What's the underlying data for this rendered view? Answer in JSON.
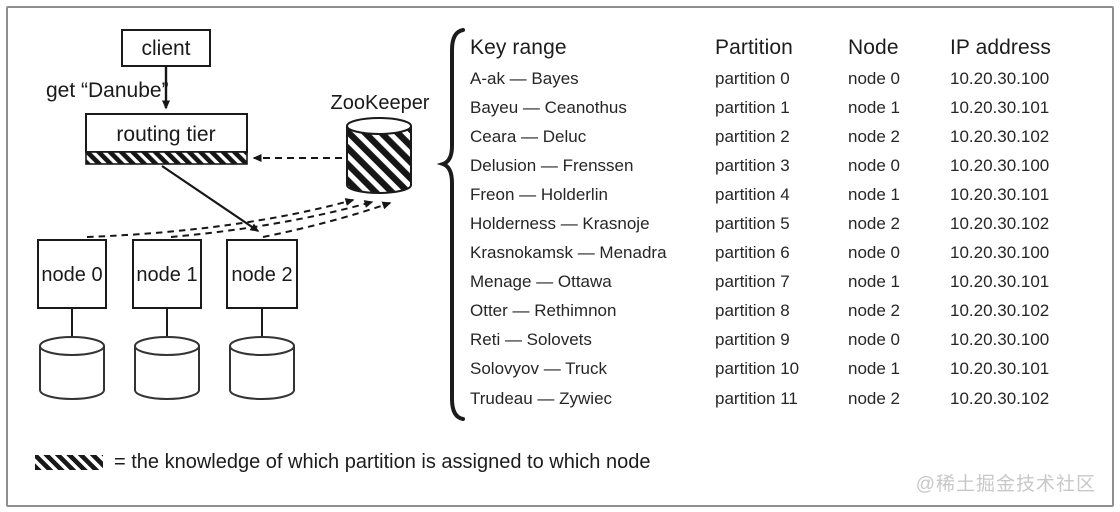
{
  "diagram": {
    "client_label": "client",
    "request_label": "get “Danube”",
    "routing_tier_label": "routing tier",
    "zookeeper_label": "ZooKeeper",
    "nodes": [
      {
        "label": "node 0"
      },
      {
        "label": "node 1"
      },
      {
        "label": "node 2"
      }
    ]
  },
  "table": {
    "headers": [
      "Key range",
      "Partition",
      "Node",
      "IP address"
    ],
    "rows": [
      {
        "key_range": "A-ak — Bayes",
        "partition": "partition 0",
        "node": "node 0",
        "ip": "10.20.30.100"
      },
      {
        "key_range": "Bayeu — Ceanothus",
        "partition": "partition 1",
        "node": "node 1",
        "ip": "10.20.30.101"
      },
      {
        "key_range": "Ceara — Deluc",
        "partition": "partition 2",
        "node": "node 2",
        "ip": "10.20.30.102"
      },
      {
        "key_range": "Delusion — Frenssen",
        "partition": "partition 3",
        "node": "node 0",
        "ip": "10.20.30.100"
      },
      {
        "key_range": "Freon — Holderlin",
        "partition": "partition 4",
        "node": "node 1",
        "ip": "10.20.30.101"
      },
      {
        "key_range": "Holderness — Krasnoje",
        "partition": "partition 5",
        "node": "node 2",
        "ip": "10.20.30.102"
      },
      {
        "key_range": "Krasnokamsk — Menadra",
        "partition": "partition 6",
        "node": "node 0",
        "ip": "10.20.30.100"
      },
      {
        "key_range": "Menage — Ottawa",
        "partition": "partition 7",
        "node": "node 1",
        "ip": "10.20.30.101"
      },
      {
        "key_range": "Otter — Rethimnon",
        "partition": "partition 8",
        "node": "node 2",
        "ip": "10.20.30.102"
      },
      {
        "key_range": "Reti — Solovets",
        "partition": "partition 9",
        "node": "node 0",
        "ip": "10.20.30.100"
      },
      {
        "key_range": "Solovyov — Truck",
        "partition": "partition 10",
        "node": "node 1",
        "ip": "10.20.30.101"
      },
      {
        "key_range": "Trudeau — Zywiec",
        "partition": "partition 11",
        "node": "node 2",
        "ip": "10.20.30.102"
      }
    ]
  },
  "legend": {
    "text": "= the knowledge of which partition is assigned to which node"
  },
  "watermark": "@稀土掘金技术社区",
  "colors": {
    "ink": "#1a1a1a",
    "frame": "#8f8f8f",
    "watermark_gray": "#c8c8c8"
  }
}
